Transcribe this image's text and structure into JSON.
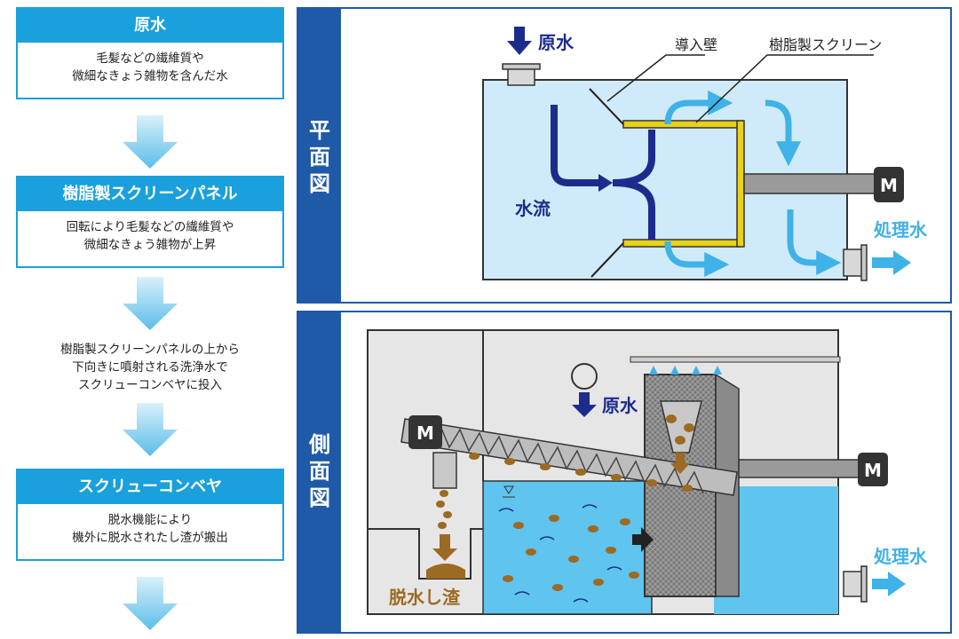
{
  "flow": {
    "step1": {
      "title": "原水",
      "desc": "毛髪などの繊維質や\n微細なきょう雑物を含んだ水"
    },
    "step2": {
      "title": "樹脂製スクリーンパネル",
      "desc": "回転により毛髪などの繊維質や\n微細なきょう雑物が上昇"
    },
    "step3": {
      "desc": "樹脂製スクリーンパネルの上から\n下向きに噴射される洗浄水で\nスクリューコンベヤに投入"
    },
    "step4": {
      "title": "スクリューコンベヤ",
      "desc": "脱水機能により\n機外に脱水されたし渣が搬出"
    }
  },
  "plan_view": {
    "label": "平\n面\n図",
    "raw_water": "原水",
    "guide_wall": "導入壁",
    "resin_screen": "樹脂製スクリーン",
    "water_flow": "水流",
    "treated_water": "処理水",
    "motor": "M"
  },
  "side_view": {
    "label": "側\n面\n図",
    "raw_water": "原水",
    "dewatered_residue": "脱水し渣",
    "treated_water": "処理水",
    "motor_left": "M",
    "motor_right": "M"
  },
  "colors": {
    "flow_blue": "#1aa0dc",
    "arrow_light": "#7ecbef",
    "panel_border": "#1e5aa8",
    "navy_arrow": "#1d2c8c",
    "water": "#5fc4ee",
    "tank_plan": "#cfeaf8",
    "screen_yellow": "#e8d21a",
    "residue": "#9c6a22"
  }
}
